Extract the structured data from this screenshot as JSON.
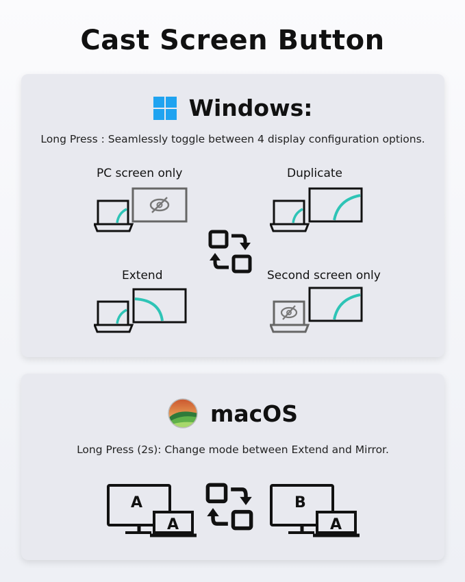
{
  "title": "Cast Screen Button",
  "windows": {
    "heading": "Windows:",
    "description": "Long Press : Seamlessly toggle between 4 display configuration options.",
    "options": [
      {
        "label": "PC  screen only",
        "icon": "pc-screen-only-icon"
      },
      {
        "label": "Duplicate",
        "icon": "duplicate-icon"
      },
      {
        "label": "Extend",
        "icon": "extend-icon"
      },
      {
        "label": "Second screen only",
        "icon": "second-screen-only-icon"
      }
    ],
    "cycle_icon": "toggle-cycle-icon",
    "logo_icon": "windows-logo-icon"
  },
  "macos": {
    "heading": "macOS",
    "description": "Long Press (2s): Change mode between Extend and Mirror.",
    "logo_icon": "macos-logo-icon",
    "extend_letters": [
      "A",
      "A"
    ],
    "mirror_letters": [
      "B",
      "A"
    ]
  },
  "colors": {
    "accent": "#2ec4b6",
    "windows_blue": "#1fa3f0",
    "card": "#e8e9ef",
    "ink": "#111111",
    "muted_gray": "#666666"
  }
}
